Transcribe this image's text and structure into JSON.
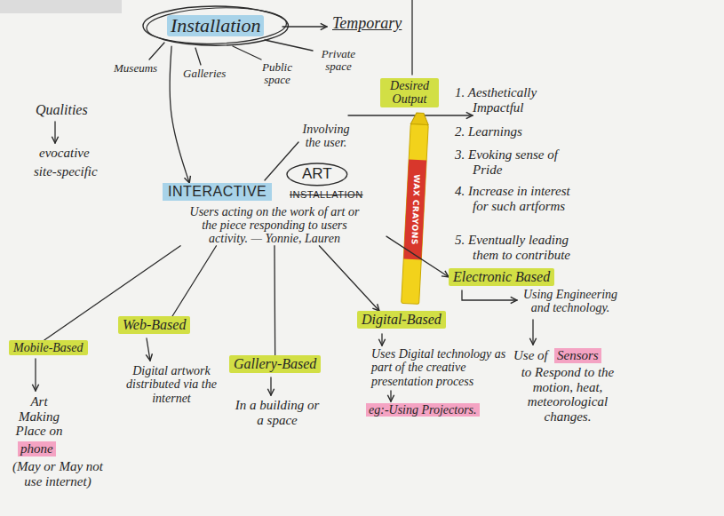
{
  "diagram": {
    "nodes": [
      {
        "text": [
          "Installation"
        ]
      },
      {
        "text": [
          "Desired Output"
        ]
      },
      {
        "text": [
          "ART"
        ]
      },
      {
        "text": [
          "INTERACTIVE",
          "Users acting on the work of art or the piece responding to users activity. — Yonnie, Lauren"
        ]
      },
      {
        "text": [
          "Mobile-Based"
        ]
      },
      {
        "text": [
          "Web-Based"
        ]
      },
      {
        "text": [
          "Gallery-Based"
        ]
      },
      {
        "text": [
          "Digital-Based"
        ]
      },
      {
        "text": [
          "Electronic Based"
        ]
      }
    ],
    "edges": [
      {
        "from": 0,
        "to": 3,
        "arrow": "to"
      },
      {
        "from": 3,
        "to": 4,
        "arrow": "none"
      },
      {
        "from": 3,
        "to": 5,
        "arrow": "none"
      },
      {
        "from": 3,
        "to": 6,
        "arrow": "none"
      },
      {
        "from": 3,
        "to": 7,
        "arrow": "to"
      },
      {
        "from": 3,
        "to": 8,
        "arrow": "to"
      }
    ],
    "labels": [
      "Temporary",
      "Museums",
      "Galleries",
      "Public space",
      "Private space",
      "Qualities",
      "evocative",
      "site-specific",
      "Involving the user.",
      "INSTALLATION",
      "1. Aesthetically Impactful",
      "2. Learnings",
      "3. Evoking sense of Pride",
      "4. Increase in interest for such artforms",
      "5. Eventually leading them to contribute",
      "WAX CRAYONS",
      "Art Making Place on",
      "phone",
      "(May or May not use internet)",
      "Digital artwork distributed via the internet",
      "In a building or a space",
      "Uses Digital technology as part of the creative presentation process",
      "eg:-Using Projectors.",
      "Using Engineering and technology.",
      "Use of",
      "Sensors",
      "to Respond to the motion, heat, meteorological changes."
    ]
  }
}
